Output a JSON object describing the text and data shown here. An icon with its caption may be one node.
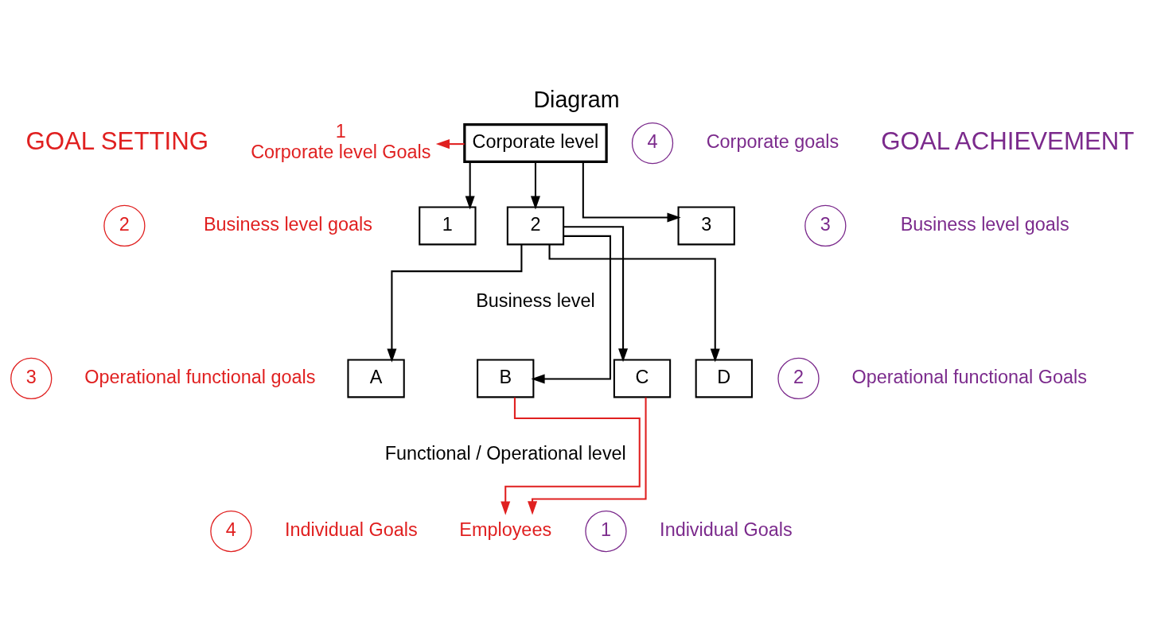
{
  "diagram": {
    "title": "Diagram",
    "nodes": [
      {
        "text": [
          "Corporate level"
        ]
      },
      {
        "text": [
          "1"
        ]
      },
      {
        "text": [
          "2"
        ]
      },
      {
        "text": [
          "3"
        ]
      },
      {
        "text": [
          "A"
        ]
      },
      {
        "text": [
          "B"
        ]
      },
      {
        "text": [
          "C"
        ]
      },
      {
        "text": [
          "D"
        ]
      },
      {
        "text": [
          "Employees"
        ]
      },
      {
        "text": [
          "1",
          "Corporate level Goals"
        ]
      }
    ],
    "edges": [
      {
        "from": 0,
        "to": 9,
        "arrow": "to",
        "color": "#e02020"
      },
      {
        "from": 0,
        "to": 1,
        "arrow": "to"
      },
      {
        "from": 0,
        "to": 2,
        "arrow": "to"
      },
      {
        "from": 0,
        "to": 3,
        "arrow": "to"
      },
      {
        "from": 2,
        "to": 4,
        "arrow": "to"
      },
      {
        "from": 2,
        "to": 5,
        "arrow": "to"
      },
      {
        "from": 2,
        "to": 6,
        "arrow": "to"
      },
      {
        "from": 2,
        "to": 7,
        "arrow": "to"
      },
      {
        "from": 5,
        "to": 8,
        "arrow": "to",
        "color": "#e02020"
      },
      {
        "from": 6,
        "to": 8,
        "arrow": "to",
        "color": "#e02020"
      }
    ],
    "labels": [
      "Business level",
      "Functional / Operational level",
      "2",
      "Business level goals",
      "3",
      "Operational functional goals",
      "4",
      "Individual Goals",
      "GOAL SETTING",
      "4",
      "Corporate goals",
      "3",
      "Business level goals",
      "2",
      "Operational functional Goals",
      "1",
      "Individual Goals",
      "GOAL ACHIEVEMENT"
    ]
  }
}
